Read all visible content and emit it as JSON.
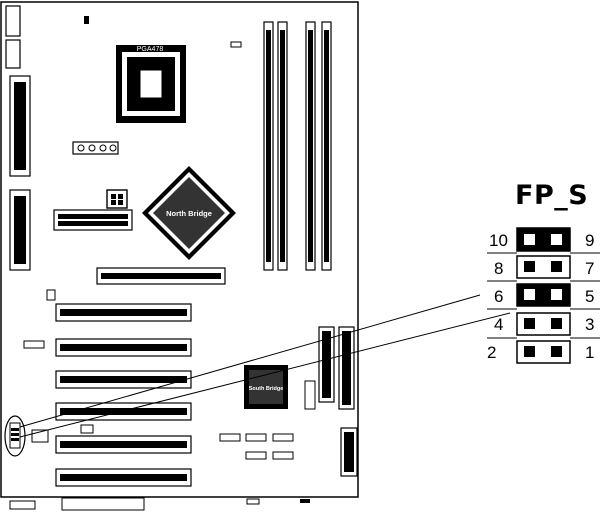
{
  "header": {
    "name": "FP_S",
    "pins_left": [
      "10",
      "8",
      "6",
      "4",
      "2"
    ],
    "pins_right": [
      "9",
      "7",
      "5",
      "3",
      "1"
    ]
  },
  "board": {
    "north_bridge_label": "North Bridge",
    "south_bridge_label": "South Bridge",
    "socket_label": "PGA478"
  }
}
